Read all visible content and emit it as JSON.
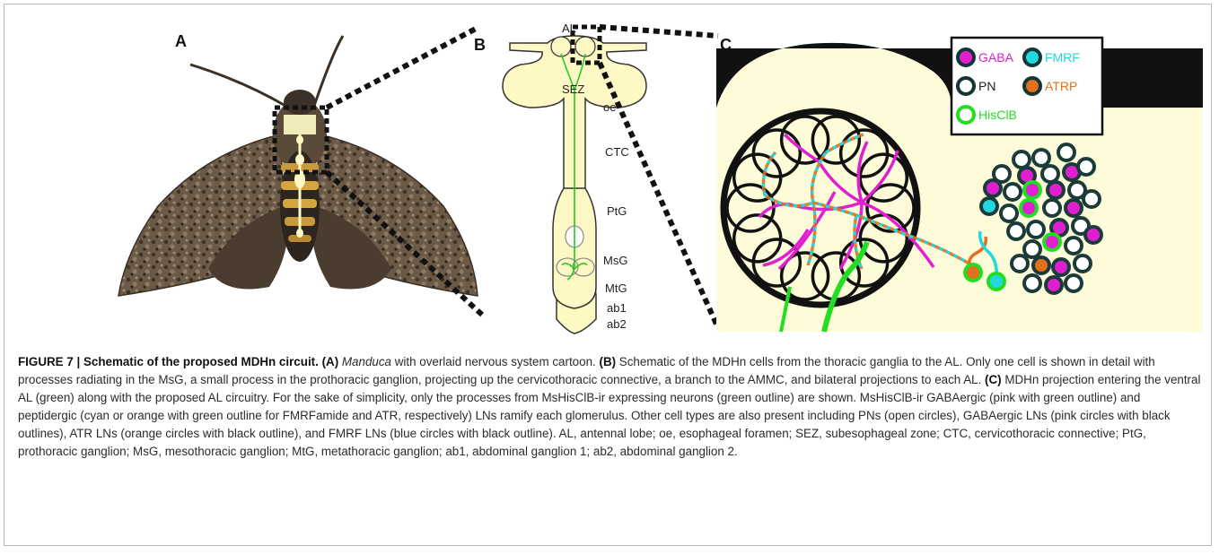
{
  "panels": {
    "a": "A",
    "b": "B",
    "c": "C"
  },
  "panel_b_labels": {
    "al": "AL",
    "sez": "SEZ",
    "oe": "oe",
    "ctc": "CTC",
    "ptg": "PtG",
    "msg": "MsG",
    "mtg": "MtG",
    "ab1": "ab1",
    "ab2": "ab2"
  },
  "legend": {
    "gaba": "GABA",
    "fmrf": "FMRF",
    "pn": "PN",
    "atrp": "ATRP",
    "hisclb": "HisClB"
  },
  "colors": {
    "gaba": "#e020d0",
    "fmrf": "#22d8e0",
    "pn": "#1b3a3a",
    "atrp": "#e3701c",
    "hisclb": "#22dd22",
    "tissue": "#fdf8c4",
    "black": "#111111",
    "bg": "#fdfbd8"
  },
  "caption": {
    "figure_label": "FIGURE 7 | Schematic of the proposed MDHn circuit.",
    "a_label": "(A)",
    "a_italic": "Manduca",
    "a_text": " with overlaid nervous system cartoon.",
    "b_label": "(B)",
    "b_text": " Schematic of the MDHn cells from the thoracic ganglia to the AL. Only one cell is shown in detail with processes radiating in the MsG, a small process in the prothoracic ganglion, projecting up the cervicothoracic connective, a branch to the AMMC, and bilateral projections to each AL.",
    "c_label": "(C)",
    "c_text": " MDHn projection entering the ventral AL (green) along with the proposed AL circuitry. For the sake of simplicity, only the processes from MsHisClB-ir expressing neurons (green outline) are shown. MsHisClB-ir GABAergic (pink with green outline) and peptidergic (cyan or orange with green outline for FMRFamide and ATR, respectively) LNs ramify each glomerulus. Other cell types are also present including PNs (open circles), GABAergic LNs (pink circles with black outlines), ATR LNs (orange circles with black outline), and FMRF LNs (blue circles with black outline). AL, antennal lobe; oe, esophageal foramen; SEZ, subesophageal zone; CTC, cervicothoracic connective; PtG, prothoracic ganglion; MsG, mesothoracic ganglion; MtG, metathoracic ganglion; ab1, abdominal ganglion 1; ab2, abdominal ganglion 2."
  }
}
